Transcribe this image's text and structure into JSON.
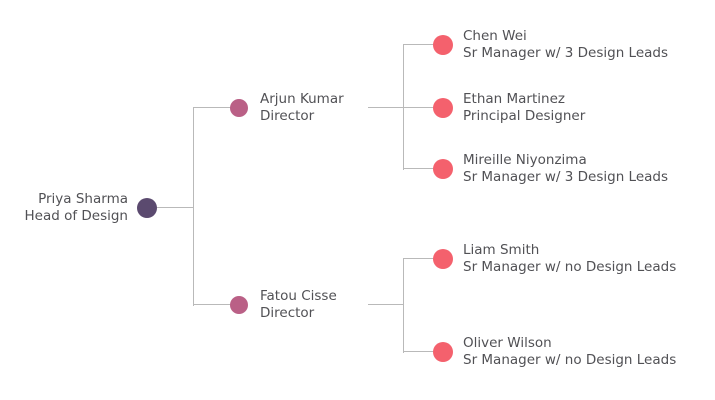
{
  "diagram": {
    "type": "org-tree",
    "tree": {
      "name": "Priya Sharma",
      "role": "Head of Design",
      "children": [
        {
          "name": "Arjun Kumar",
          "role": "Director",
          "children": [
            {
              "name": "Chen Wei",
              "role": "Sr Manager w/ 3 Design Leads"
            },
            {
              "name": "Ethan Martinez",
              "role": "Principal Designer"
            },
            {
              "name": "Mireille Niyonzima",
              "role": "Sr Manager w/ 3 Design Leads"
            }
          ]
        },
        {
          "name": "Fatou Cisse",
          "role": "Director",
          "children": [
            {
              "name": "Liam Smith",
              "role": "Sr Manager w/ no Design Leads"
            },
            {
              "name": "Oliver Wilson",
              "role": "Sr Manager w/ no Design Leads"
            }
          ]
        }
      ]
    }
  },
  "colors": {
    "root_node": "#5b4a6f",
    "director_node": "#ba6086",
    "leaf_node": "#f4616d",
    "connector": "#b9b9b9",
    "text": "#515155",
    "background": "#ffffff"
  }
}
